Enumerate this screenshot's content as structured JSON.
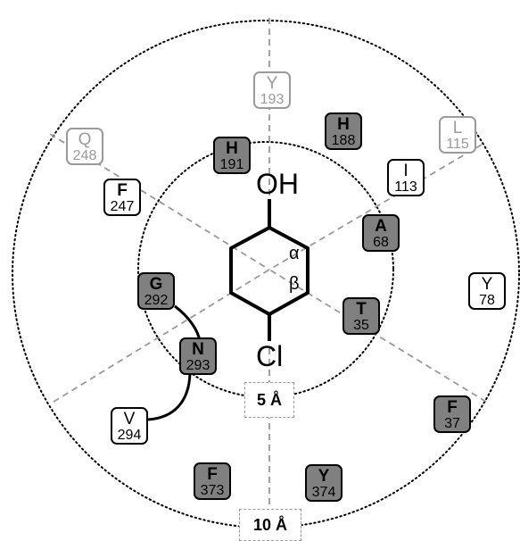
{
  "molecule": {
    "top_group": "OH",
    "bottom_group": "Cl",
    "alpha": "α",
    "beta": "β"
  },
  "distance_labels": {
    "inner": "5 Å",
    "outer": "10 Å"
  },
  "residues": [
    {
      "id": "Y193",
      "aa": "Y",
      "num": "193",
      "style": "faded"
    },
    {
      "id": "H188",
      "aa": "H",
      "num": "188",
      "style": "gray"
    },
    {
      "id": "Q248",
      "aa": "Q",
      "num": "248",
      "style": "faded"
    },
    {
      "id": "L115",
      "aa": "L",
      "num": "115",
      "style": "faded"
    },
    {
      "id": "H191",
      "aa": "H",
      "num": "191",
      "style": "gray"
    },
    {
      "id": "F247",
      "aa": "F",
      "num": "247",
      "style": "white"
    },
    {
      "id": "I113",
      "aa": "I",
      "num": "113",
      "style": "white"
    },
    {
      "id": "A68",
      "aa": "A",
      "num": "68",
      "style": "gray"
    },
    {
      "id": "Y78",
      "aa": "Y",
      "num": "78",
      "style": "white"
    },
    {
      "id": "G292",
      "aa": "G",
      "num": "292",
      "style": "gray"
    },
    {
      "id": "T35",
      "aa": "T",
      "num": "35",
      "style": "gray"
    },
    {
      "id": "N293",
      "aa": "N",
      "num": "293",
      "style": "gray"
    },
    {
      "id": "V294",
      "aa": "V",
      "num": "294",
      "style": "white"
    },
    {
      "id": "F37",
      "aa": "F",
      "num": "37",
      "style": "gray"
    },
    {
      "id": "F373",
      "aa": "F",
      "num": "373",
      "style": "gray"
    },
    {
      "id": "Y374",
      "aa": "Y",
      "num": "374",
      "style": "gray"
    }
  ]
}
